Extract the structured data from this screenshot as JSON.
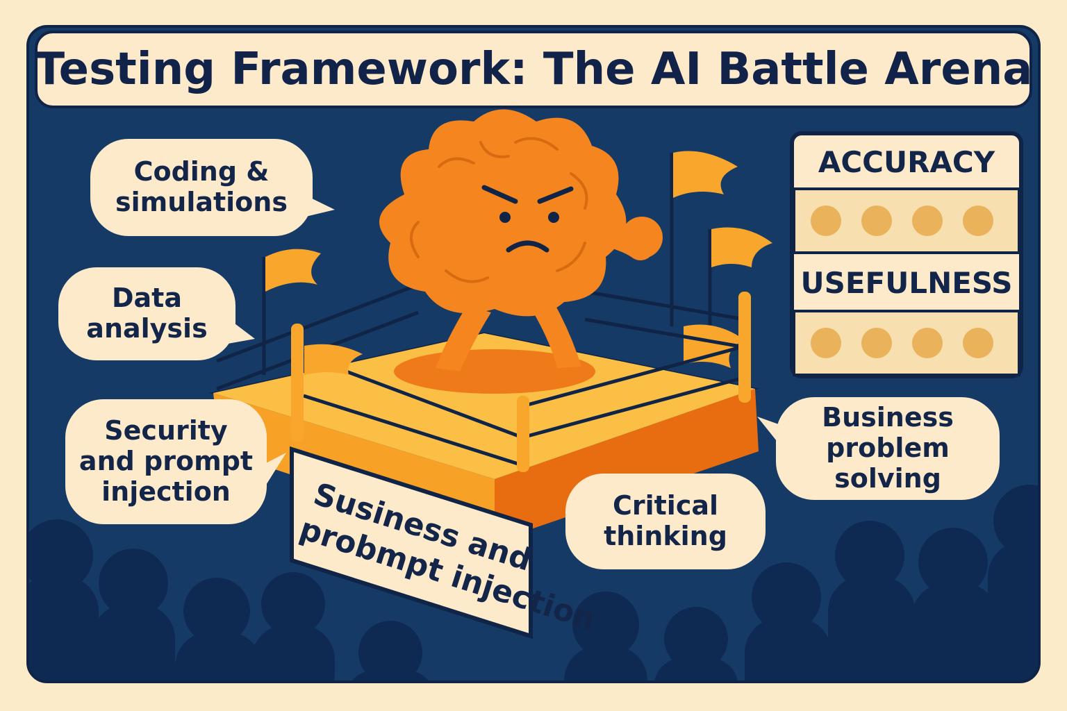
{
  "title": "Testing Framework: The AI Battle Arena",
  "bubbles": {
    "coding": "Coding & simulations",
    "data": "Data analysis",
    "security": "Security and prompt injection",
    "critical": "Critical thinking",
    "business": "Business problem solving"
  },
  "sign": {
    "line1": "Susiness and",
    "line2": "probmpt injection"
  },
  "scoreboard": {
    "accuracy_label": "ACCURACY",
    "usefulness_label": "USEFULNESS",
    "accuracy_dots": 4,
    "usefulness_dots": 4
  },
  "colors": {
    "navy": "#163a66",
    "cream": "#fdeacb",
    "orange": "#f5861f",
    "ring_yellow": "#f8b43a",
    "dot": "#eab25a"
  }
}
